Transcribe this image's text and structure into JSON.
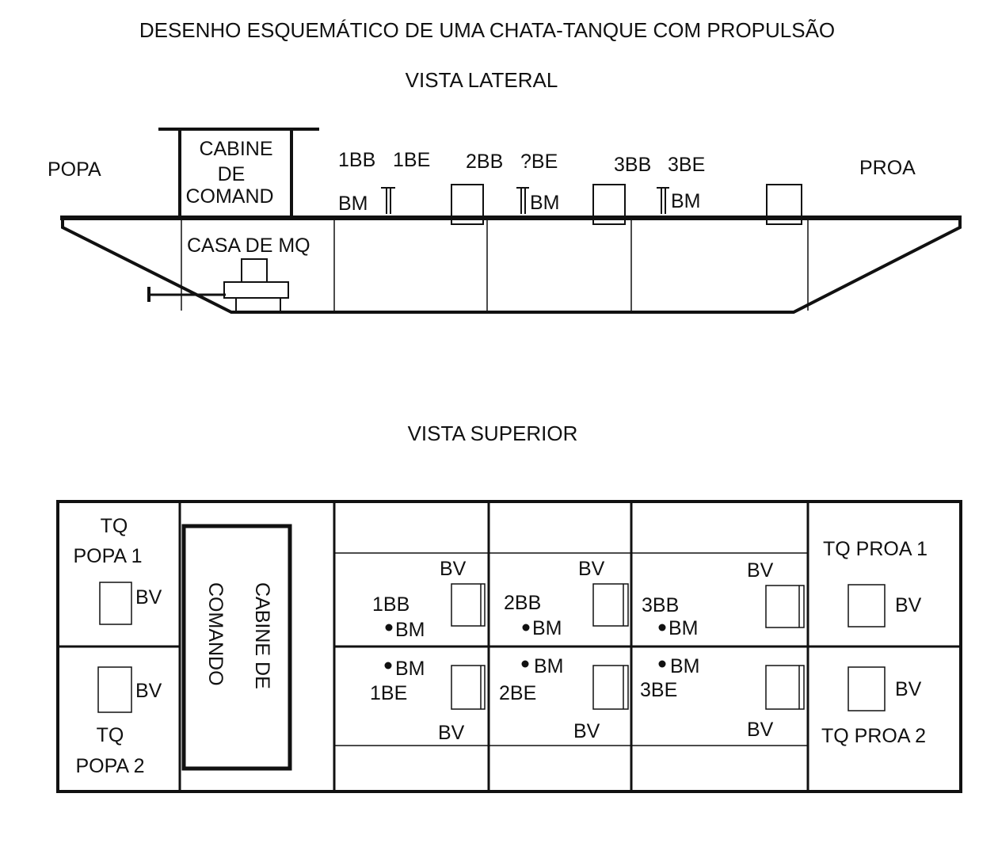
{
  "title": "DESENHO ESQUEMÁTICO DE UMA CHATA-TANQUE COM PROPULSÃO",
  "side_view": {
    "heading": "VISTA LATERAL",
    "popa": "POPA",
    "proa": "PROA",
    "cabin_line1": "CABINE",
    "cabin_line2": "DE",
    "cabin_line3": "COMAND",
    "engine_room": "CASA DE MQ",
    "tank_1bb": "1BB",
    "tank_1be": "1BE",
    "tank_2bb": "2BB",
    "tank_2be": "?BE",
    "tank_3bb": "3BB",
    "tank_3be": "3BE",
    "bm_1": "BM",
    "bm_2": "BM",
    "bm_3": "BM"
  },
  "top_view": {
    "heading": "VISTA SUPERIOR",
    "tq_popa1_line1": "TQ",
    "tq_popa1_line2": "POPA 1",
    "tq_popa2_line1": "TQ",
    "tq_popa2_line2": "POPA 2",
    "cabin_line1": "CABINE DE",
    "cabin_line2": "COMANDO",
    "tq_proa1": "TQ PROA 1",
    "tq_proa2": "TQ PROA 2",
    "bv": "BV",
    "bm": "BM",
    "t1bb": "1BB",
    "t1be": "1BE",
    "t2bb": "2BB",
    "t2be": "2BE",
    "t3bb": "3BB",
    "t3be": "3BE"
  }
}
